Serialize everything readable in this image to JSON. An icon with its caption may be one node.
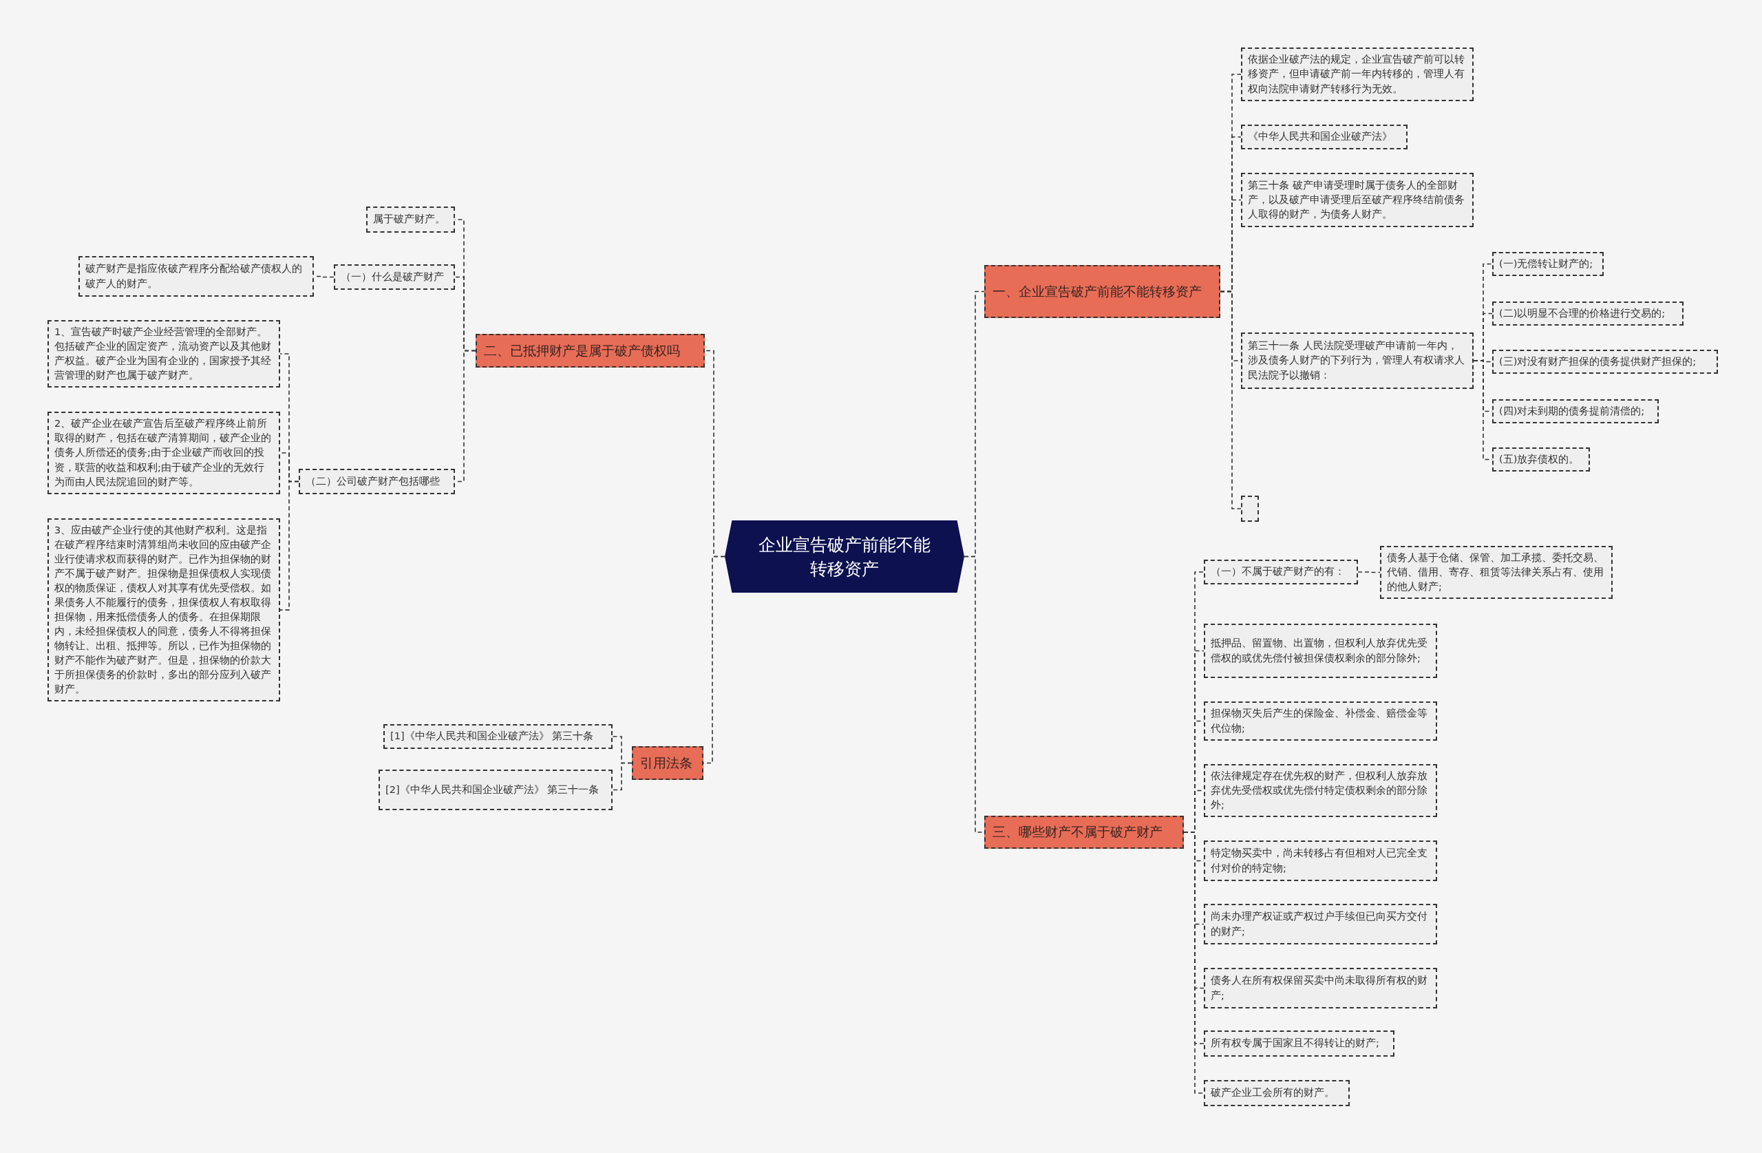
{
  "diagram": {
    "nodes": [
      {
        "text": [
          "企业宣告破产前能不能转移资产"
        ]
      },
      {
        "text": [
          "二、已抵押财产是属于破产债权吗"
        ]
      },
      {
        "text": [
          "属于破产财产。"
        ]
      },
      {
        "text": [
          "（一）什么是破产财产"
        ]
      },
      {
        "text": [
          "破产财产是指应依破产程序分配给破产债权人的破产人的财产。"
        ]
      },
      {
        "text": [
          "（二）公司破产财产包括哪些"
        ]
      },
      {
        "text": [
          "1、宣告破产时破产企业经营管理的全部财产。包括破产企业的固定资产，流动资产以及其他财产权益。破产企业为国有企业的，国家授予其经营管理的财产也属于破产财产。"
        ]
      },
      {
        "text": [
          "2、破产企业在破产宣告后至破产程序终止前所取得的财产，包括在破产清算期间，破产企业的债务人所偿还的债务;由于企业破产而收回的投资，联营的收益和权利;由于破产企业的无效行为而由人民法院追回的财产等。"
        ]
      },
      {
        "text": [
          "3、应由破产企业行使的其他财产权利。这是指在破产程序结束时清算组尚未收回的应由破产企业行使请求权而获得的财产。已作为担保物的财产不属于破产财产。担保物是担保债权人实现债权的物质保证，债权人对其享有优先受偿权。如果债务人不能履行的债务，担保债权人有权取得担保物，用来抵偿债务人的债务。在担保期限内，未经担保债权人的同意，债务人不得将担保物转让、出租、抵押等。所以，已作为担保物的财产不能作为破产财产。但是，担保物的价款大于所担保债务的价款时，多出的部分应列入破产财产。"
        ]
      },
      {
        "text": [
          "引用法条"
        ]
      },
      {
        "text": [
          "[1]《中华人民共和国企业破产法》 第三十条"
        ]
      },
      {
        "text": [
          "[2]《中华人民共和国企业破产法》 第三十一条"
        ]
      },
      {
        "text": [
          "一、企业宣告破产前能不能转移资产"
        ]
      },
      {
        "text": [
          "依据企业破产法的规定，企业宣告破产前可以转移资产，但申请破产前一年内转移的，管理人有权向法院申请财产转移行为无效。"
        ]
      },
      {
        "text": [
          "《中华人民共和国企业破产法》"
        ]
      },
      {
        "text": [
          "第三十条 破产申请受理时属于债务人的全部财产，以及破产申请受理后至破产程序终结前债务人取得的财产，为债务人财产。"
        ]
      },
      {
        "text": [
          "第三十一条 人民法院受理破产申请前一年内，涉及债务人财产的下列行为，管理人有权请求人民法院予以撤销："
        ]
      },
      {
        "text": [
          "(一)无偿转让财产的;"
        ]
      },
      {
        "text": [
          "(二)以明显不合理的价格进行交易的;"
        ]
      },
      {
        "text": [
          "(三)对没有财产担保的债务提供财产担保的;"
        ]
      },
      {
        "text": [
          "(四)对未到期的债务提前清偿的;"
        ]
      },
      {
        "text": [
          "(五)放弃债权的。"
        ]
      },
      {
        "text": [],
        "shape": "box"
      },
      {
        "text": [
          "三、哪些财产不属于破产财产"
        ]
      },
      {
        "text": [
          "（一）不属于破产财产的有："
        ]
      },
      {
        "text": [
          "债务人基于仓储、保管、加工承揽、委托交易、代销、借用、寄存、租赁等法律关系占有、使用的他人财产;"
        ]
      },
      {
        "text": [
          "抵押品、留置物、出置物，但权利人放弃优先受偿权的或优先偿付被担保债权剩余的部分除外;"
        ]
      },
      {
        "text": [
          "担保物灭失后产生的保险金、补偿金、赔偿金等代位物;"
        ]
      },
      {
        "text": [
          "依法律规定存在优先权的财产，但权利人放弃放弃优先受偿权或优先偿付特定债权剩余的部分除外;"
        ]
      },
      {
        "text": [
          "特定物买卖中，尚未转移占有但相对人已完全支付对价的特定物;"
        ]
      },
      {
        "text": [
          "尚未办理产权证或产权过户手续但已向买方交付的财产;"
        ]
      },
      {
        "text": [
          "债务人在所有权保留买卖中尚未取得所有权的财产;"
        ]
      },
      {
        "text": [
          "所有权专属于国家且不得转让的财产;"
        ]
      },
      {
        "text": [
          "破产企业工会所有的财产。"
        ]
      }
    ],
    "edges": [
      {
        "from": 0,
        "to": 1,
        "arrow": "none",
        "style": "dashed"
      },
      {
        "from": 1,
        "to": 2,
        "arrow": "none",
        "style": "dashed"
      },
      {
        "from": 1,
        "to": 3,
        "arrow": "none",
        "style": "dashed"
      },
      {
        "from": 3,
        "to": 4,
        "arrow": "none",
        "style": "dashed"
      },
      {
        "from": 1,
        "to": 5,
        "arrow": "none",
        "style": "dashed"
      },
      {
        "from": 5,
        "to": 6,
        "arrow": "none",
        "style": "dashed"
      },
      {
        "from": 5,
        "to": 7,
        "arrow": "none",
        "style": "dashed"
      },
      {
        "from": 5,
        "to": 8,
        "arrow": "none",
        "style": "dashed"
      },
      {
        "from": 0,
        "to": 9,
        "arrow": "none",
        "style": "dashed"
      },
      {
        "from": 9,
        "to": 10,
        "arrow": "none",
        "style": "dashed"
      },
      {
        "from": 9,
        "to": 11,
        "arrow": "none",
        "style": "dashed"
      },
      {
        "from": 0,
        "to": 12,
        "arrow": "none",
        "style": "dashed"
      },
      {
        "from": 12,
        "to": 13,
        "arrow": "none",
        "style": "dashed"
      },
      {
        "from": 12,
        "to": 14,
        "arrow": "none",
        "style": "dashed"
      },
      {
        "from": 12,
        "to": 15,
        "arrow": "none",
        "style": "dashed"
      },
      {
        "from": 12,
        "to": 16,
        "arrow": "none",
        "style": "dashed"
      },
      {
        "from": 16,
        "to": 17,
        "arrow": "none",
        "style": "dashed"
      },
      {
        "from": 16,
        "to": 18,
        "arrow": "none",
        "style": "dashed"
      },
      {
        "from": 16,
        "to": 19,
        "arrow": "none",
        "style": "dashed"
      },
      {
        "from": 16,
        "to": 20,
        "arrow": "none",
        "style": "dashed"
      },
      {
        "from": 16,
        "to": 21,
        "arrow": "none",
        "style": "dashed"
      },
      {
        "from": 12,
        "to": 22,
        "arrow": "none",
        "style": "dashed"
      },
      {
        "from": 0,
        "to": 23,
        "arrow": "none",
        "style": "dashed"
      },
      {
        "from": 23,
        "to": 24,
        "arrow": "none",
        "style": "dashed"
      },
      {
        "from": 24,
        "to": 25,
        "arrow": "none",
        "style": "dashed"
      },
      {
        "from": 23,
        "to": 26,
        "arrow": "none",
        "style": "dashed"
      },
      {
        "from": 23,
        "to": 27,
        "arrow": "none",
        "style": "dashed"
      },
      {
        "from": 23,
        "to": 28,
        "arrow": "none",
        "style": "dashed"
      },
      {
        "from": 23,
        "to": 29,
        "arrow": "none",
        "style": "dashed"
      },
      {
        "from": 23,
        "to": 30,
        "arrow": "none",
        "style": "dashed"
      },
      {
        "from": 23,
        "to": 31,
        "arrow": "none",
        "style": "dashed"
      },
      {
        "from": 23,
        "to": 32,
        "arrow": "none",
        "style": "dashed"
      },
      {
        "from": 23,
        "to": 33,
        "arrow": "none",
        "style": "dashed"
      }
    ]
  }
}
